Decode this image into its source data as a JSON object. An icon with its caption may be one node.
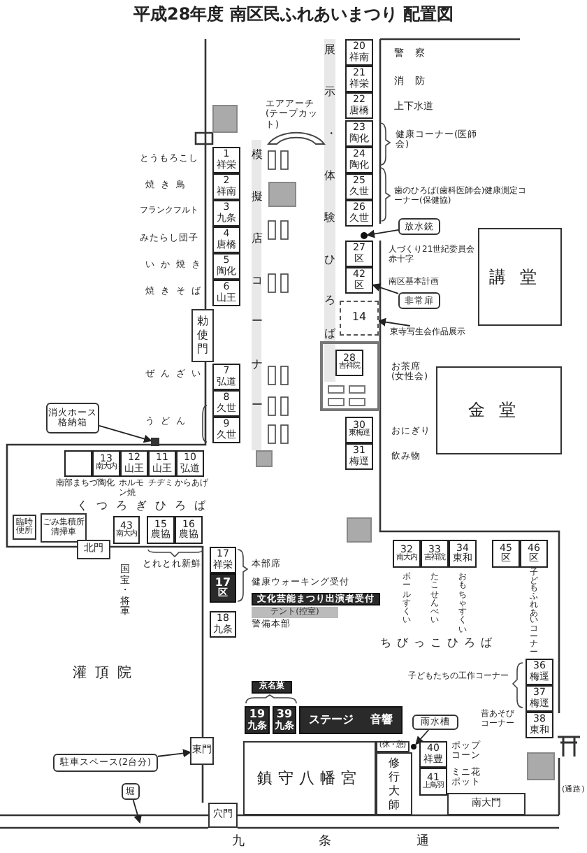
{
  "diagram": {
    "title": "平成28年度 南区民ふれあいまつり 配置図",
    "nodes": [
      {
        "text": [
          "1",
          "祥栄"
        ]
      },
      {
        "text": [
          "2",
          "祥南"
        ]
      },
      {
        "text": [
          "3",
          "九条"
        ]
      },
      {
        "text": [
          "4",
          "唐橋"
        ]
      },
      {
        "text": [
          "5",
          "陶化"
        ]
      },
      {
        "text": [
          "6",
          "山王"
        ]
      },
      {
        "text": [
          "勅使門"
        ]
      },
      {
        "text": [
          "7",
          "弘道"
        ]
      },
      {
        "text": [
          "8",
          "久世"
        ]
      },
      {
        "text": [
          "9",
          "久世"
        ]
      },
      {
        "text": [
          "20",
          "祥南"
        ]
      },
      {
        "text": [
          "21",
          "祥栄"
        ]
      },
      {
        "text": [
          "22",
          "唐橋"
        ]
      },
      {
        "text": [
          "23",
          "陶化"
        ]
      },
      {
        "text": [
          "24",
          "陶化"
        ]
      },
      {
        "text": [
          "25",
          "久世"
        ]
      },
      {
        "text": [
          "26",
          "久世"
        ]
      },
      {
        "text": [
          "27",
          "区"
        ]
      },
      {
        "text": [
          "42",
          "区"
        ]
      },
      {
        "text": [
          "14"
        ]
      },
      {
        "text": [
          "東寺写生会作品展示"
        ]
      },
      {
        "text": [
          "放水銃"
        ]
      },
      {
        "text": [],
        "shape": "circle"
      },
      {
        "text": [
          "非常扉"
        ]
      },
      {
        "text": [
          "講堂"
        ]
      },
      {
        "text": [
          "金堂"
        ]
      },
      {
        "text": [
          "28",
          "吉祥院"
        ]
      },
      {
        "text": [
          "30",
          "東梅逕"
        ]
      },
      {
        "text": [
          "31",
          "梅逕"
        ]
      },
      {
        "text": [
          "消火ホース格納箱"
        ]
      },
      {
        "text": [],
        "shape": "box"
      },
      {
        "text": [
          "13",
          "南大内"
        ]
      },
      {
        "text": [
          "12",
          "山王"
        ]
      },
      {
        "text": [
          "11",
          "山王"
        ]
      },
      {
        "text": [
          "10",
          "弘道"
        ]
      },
      {
        "text": [
          "臨時便所"
        ]
      },
      {
        "text": [
          "ごみ集積所",
          "清掃車"
        ]
      },
      {
        "text": [
          "43",
          "南大内"
        ]
      },
      {
        "text": [
          "15",
          "農協"
        ]
      },
      {
        "text": [
          "16",
          "農協"
        ]
      },
      {
        "text": [
          "北門"
        ]
      },
      {
        "text": [
          "17",
          "祥栄"
        ]
      },
      {
        "text": [
          "17",
          "区"
        ]
      },
      {
        "text": [
          "18",
          "九条"
        ]
      },
      {
        "text": [
          "32",
          "南大内"
        ]
      },
      {
        "text": [
          "33",
          "吉祥院"
        ]
      },
      {
        "text": [
          "34",
          "東和"
        ]
      },
      {
        "text": [
          "45",
          "区"
        ]
      },
      {
        "text": [
          "46",
          "区"
        ]
      },
      {
        "text": [
          "36",
          "梅逕"
        ]
      },
      {
        "text": [
          "37",
          "梅逕"
        ]
      },
      {
        "text": [
          "38",
          "東和"
        ]
      },
      {
        "text": [
          "京名菓"
        ]
      },
      {
        "text": [
          "19",
          "九条"
        ]
      },
      {
        "text": [
          "39",
          "九条"
        ]
      },
      {
        "text": [
          "ステージ",
          "音響"
        ]
      },
      {
        "text": [
          "雨水槽"
        ]
      },
      {
        "text": [],
        "shape": "circle"
      },
      {
        "text": [
          "(休・憩)"
        ]
      },
      {
        "text": [
          "鎮守八幡宮"
        ]
      },
      {
        "text": [
          "修行大師"
        ]
      },
      {
        "text": [
          "40",
          "祥豊"
        ]
      },
      {
        "text": [
          "41",
          "上鳥羽"
        ]
      },
      {
        "text": [
          "東門"
        ]
      },
      {
        "text": [
          "駐車スペース(2台分)"
        ]
      },
      {
        "text": [
          "堀"
        ]
      },
      {
        "text": [
          "穴門"
        ]
      },
      {
        "text": [
          "南大門"
        ]
      },
      {
        "text": [],
        "shape": "box"
      },
      {
        "text": [],
        "shape": "box"
      },
      {
        "text": [],
        "shape": "box"
      },
      {
        "text": [],
        "shape": "box"
      },
      {
        "text": [],
        "shape": "box"
      },
      {
        "text": [
          "文化芸能まつり出演者受付"
        ]
      },
      {
        "text": [
          "テント(控室)"
        ]
      },
      {
        "text": [],
        "shape": "box"
      }
    ],
    "edges": [
      {
        "from": 29,
        "to": 30,
        "arrow": "to"
      },
      {
        "from": 21,
        "to": 22,
        "arrow": "to"
      },
      {
        "from": 23,
        "to": 18,
        "arrow": "to"
      },
      {
        "from": 20,
        "to": 19,
        "arrow": "to"
      },
      {
        "from": 64,
        "to": 63,
        "arrow": "to"
      },
      {
        "from": 65,
        "to": null,
        "arrow": "to"
      },
      {
        "from": 56,
        "to": 57,
        "arrow": "to"
      }
    ],
    "labels": [
      "エアアーチ(テープカット)",
      "展",
      "示",
      "・",
      "体",
      "験",
      "ひ",
      "ろ",
      "ば",
      "警察",
      "消防",
      "上下水道",
      "健康コーナー(医師会)",
      "とうもろこし",
      "模",
      "擬",
      "店",
      "コ",
      "ー",
      "ナ",
      "ー",
      "焼き鳥",
      "歯のひろば(歯科医師会)健康測定コーナー(保健協)",
      "フランクフルト",
      "みたらし団子",
      "人づくり21世紀委員会赤十字",
      "いか焼き",
      "南区基本計画",
      "焼きそば",
      "お茶席(女性会)",
      "ぜんざい",
      "おにぎり",
      "うどん",
      "飲み物",
      "南部まちづ陶化",
      "ホルモン焼",
      "チヂミ",
      "からあげ",
      "くつろぎひろば",
      "とれとれ新鮮",
      "国宝・将軍",
      "本部席",
      "健康ウォーキング受付",
      "警備本部",
      "ボールすくい",
      "たこせんべい",
      "おもちゃすくい",
      "子どもふれあいコーナー",
      "灌頂院",
      "ちびっこひろば",
      "子どもたちの工作コーナー",
      "昔あそびコーナー",
      "ポップコーン",
      "ミニ花ポット",
      "(通路)",
      "九",
      "条",
      "通"
    ]
  }
}
